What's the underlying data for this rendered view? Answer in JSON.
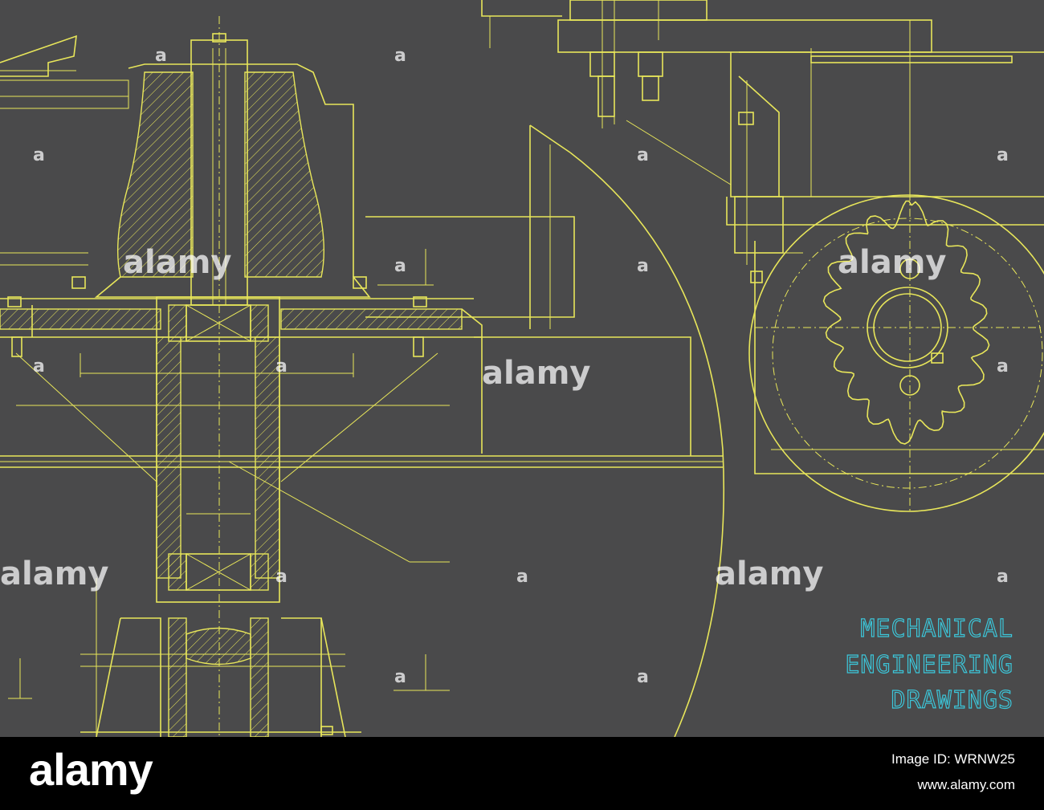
{
  "image": {
    "background": "#4a4a4b",
    "line_color": "#e8e65a",
    "title_color": "#3cc6d9"
  },
  "title_lines": [
    "MECHANICAL",
    "ENGINEERING",
    "DRAWINGS"
  ],
  "watermark": {
    "text": "alamy",
    "badge": "a"
  },
  "footer": {
    "brand": "alamy",
    "image_id": "Image ID: WRNW25",
    "site": "www.alamy.com"
  }
}
